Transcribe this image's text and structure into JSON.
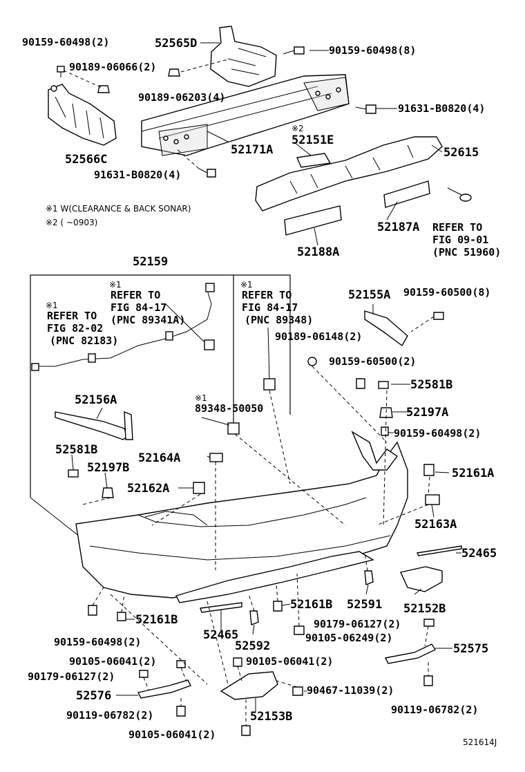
{
  "diagram": {
    "notes": {
      "note1": "※1 W(CLEARANCE & BACK SONAR)",
      "note2": "※2 (      ~0903)"
    },
    "labels": {
      "p_90159_60498_2_top": "90159-60498(2)",
      "p_52565D": "52565D",
      "p_90159_60498_8": "90159-60498(8)",
      "p_90189_06066_2": "90189-06066(2)",
      "p_90189_06203_4": "90189-06203(4)",
      "p_91631_B0820_4_right": "91631-B0820(4)",
      "p_52566C": "52566C",
      "p_52171A": "52171A",
      "p_mark2": "※2",
      "p_52151E": "52151E",
      "p_52615": "52615",
      "p_91631_B0820_4_left": "91631-B0820(4)",
      "p_52187A": "52187A",
      "p_52188A": "52188A",
      "ref1_line1": "REFER TO",
      "ref1_line2": "FIG 09-01",
      "ref1_line3": "(PNC 51960)",
      "p_52159": "52159",
      "ref2_mark": "※1",
      "ref2_line1": "REFER TO",
      "ref2_line2": "FIG 84-17",
      "ref2_line3": "(PNC 89341A)",
      "ref3_mark": "※1",
      "ref3_line1": "REFER TO",
      "ref3_line2": "FIG 84-17",
      "ref3_line3": "(PNC 89348)",
      "ref4_mark": "※1",
      "ref4_line1": "REFER TO",
      "ref4_line2": "FIG 82-02",
      "ref4_line3": "(PNC 82183)",
      "p_52155A": "52155A",
      "p_90159_60500_8": "90159-60500(8)",
      "p_90189_06148_2": "90189-06148(2)",
      "p_90159_60500_2": "90159-60500(2)",
      "p_52581B_right": "52581B",
      "p_52156A": "52156A",
      "p_mark_89348": "※1",
      "p_89348_50050": "89348-50050",
      "p_52197A": "52197A",
      "p_90159_60498_2_mid": "90159-60498(2)",
      "p_52581B_left": "52581B",
      "p_52164A": "52164A",
      "p_52197B": "52197B",
      "p_52161A": "52161A",
      "p_52162A": "52162A",
      "p_52163A": "52163A",
      "p_52465_right": "52465",
      "p_52161B_mid": "52161B",
      "p_52591": "52591",
      "p_52152B": "52152B",
      "p_52161B_left": "52161B",
      "p_90159_60498_2_low": "90159-60498(2)",
      "p_52465_left": "52465",
      "p_90179_06127_2_right": "90179-06127(2)",
      "p_90105_06249_2": "90105-06249(2)",
      "p_52592": "52592",
      "p_52575": "52575",
      "p_90105_06041_2_left": "90105-06041(2)",
      "p_90105_06041_2_mid": "90105-06041(2)",
      "p_90179_06127_2_left": "90179-06127(2)",
      "p_90467_11039_2": "90467-11039(2)",
      "p_52576": "52576",
      "p_90119_06782_2_left": "90119-06782(2)",
      "p_52153B": "52153B",
      "p_90119_06782_2_right": "90119-06782(2)",
      "p_90105_06041_2_bottom": "90105-06041(2)",
      "p_code": "521614J"
    }
  }
}
